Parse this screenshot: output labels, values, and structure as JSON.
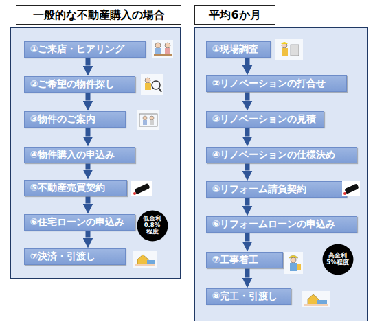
{
  "diagram": {
    "nodes": [
      {
        "text": [
          "一般的な不動産購入の場合"
        ]
      },
      {
        "text": [
          "①ご来店・ヒアリング"
        ],
        "in": 0
      },
      {
        "text": [
          "②ご希望の物件探し"
        ],
        "in": 0
      },
      {
        "text": [
          "③物件のご案内"
        ],
        "in": 0
      },
      {
        "text": [
          "④物件購入の申込み"
        ],
        "in": 0
      },
      {
        "text": [
          "⑤不動産売買契約"
        ],
        "in": 0
      },
      {
        "text": [
          "⑥住宅ローンの申込み"
        ],
        "in": 0
      },
      {
        "text": [
          "⑦決済・引渡し"
        ],
        "in": 0
      },
      {
        "text": [
          "低金利 0.8%程度"
        ],
        "in": 0
      },
      {
        "text": [
          "平均6か月"
        ]
      },
      {
        "text": [
          "①現場調査"
        ],
        "in": 9
      },
      {
        "text": [
          "②リノベーションの打合せ"
        ],
        "in": 9
      },
      {
        "text": [
          "③リノベーションの見積"
        ],
        "in": 9
      },
      {
        "text": [
          "④リノベーションの仕様決め"
        ],
        "in": 9
      },
      {
        "text": [
          "⑤リフォーム請負契約"
        ],
        "in": 9
      },
      {
        "text": [
          "⑥リフォームローンの申込み"
        ],
        "in": 9
      },
      {
        "text": [
          "⑦工事着工"
        ],
        "in": 9
      },
      {
        "text": [
          "⑧完工・引渡し"
        ],
        "in": 9
      },
      {
        "text": [
          "高金利 5%程度"
        ],
        "in": 9
      }
    ],
    "edges": [
      {
        "from": 1,
        "to": 2,
        "arrow": "to"
      },
      {
        "from": 2,
        "to": 3,
        "arrow": "to"
      },
      {
        "from": 3,
        "to": 4,
        "arrow": "to"
      },
      {
        "from": 4,
        "to": 5,
        "arrow": "to"
      },
      {
        "from": 5,
        "to": 6,
        "arrow": "to"
      },
      {
        "from": 6,
        "to": 7,
        "arrow": "to"
      },
      {
        "from": 10,
        "to": 11,
        "arrow": "to"
      },
      {
        "from": 11,
        "to": 12,
        "arrow": "to"
      },
      {
        "from": 12,
        "to": 13,
        "arrow": "to"
      },
      {
        "from": 13,
        "to": 14,
        "arrow": "to"
      },
      {
        "from": 14,
        "to": 15,
        "arrow": "to"
      },
      {
        "from": 15,
        "to": 16,
        "arrow": "to"
      },
      {
        "from": 16,
        "to": 17,
        "arrow": "to"
      }
    ]
  }
}
